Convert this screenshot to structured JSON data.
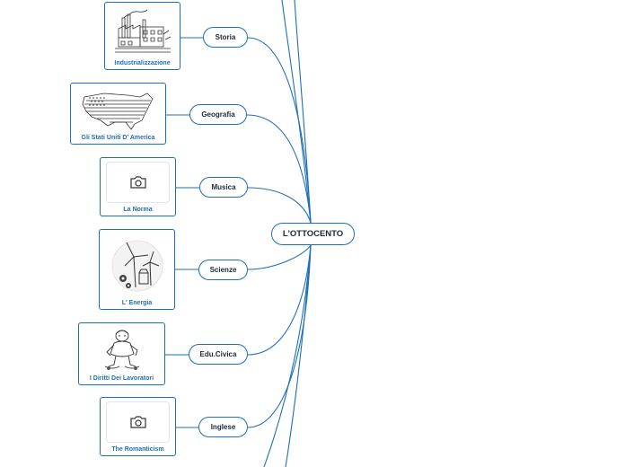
{
  "diagram": {
    "root": {
      "label": "L'OTTOCENTO"
    },
    "topics": [
      {
        "label": "Storia",
        "card": {
          "caption": "Industrializzazione",
          "icon": "factory-illustration"
        }
      },
      {
        "label": "Geografia",
        "card": {
          "caption": "Gli Stati Uniti D' America",
          "icon": "usa-flag-map-illustration"
        }
      },
      {
        "label": "Musica",
        "card": {
          "caption": "La Norma",
          "icon": "camera-icon"
        }
      },
      {
        "label": "Scienze",
        "card": {
          "caption": "L' Energia",
          "icon": "energy-turbines-illustration"
        }
      },
      {
        "label": "Edu.Civica",
        "card": {
          "caption": "I Diritti Dei Lavoratori",
          "icon": "worker-illustration"
        }
      },
      {
        "label": "Inglese",
        "card": {
          "caption": "The Romanticism",
          "icon": "camera-icon"
        }
      }
    ],
    "colors": {
      "accent": "#1f6fb8",
      "text": "#1b2a3a",
      "line": "#1f6fb8"
    }
  }
}
